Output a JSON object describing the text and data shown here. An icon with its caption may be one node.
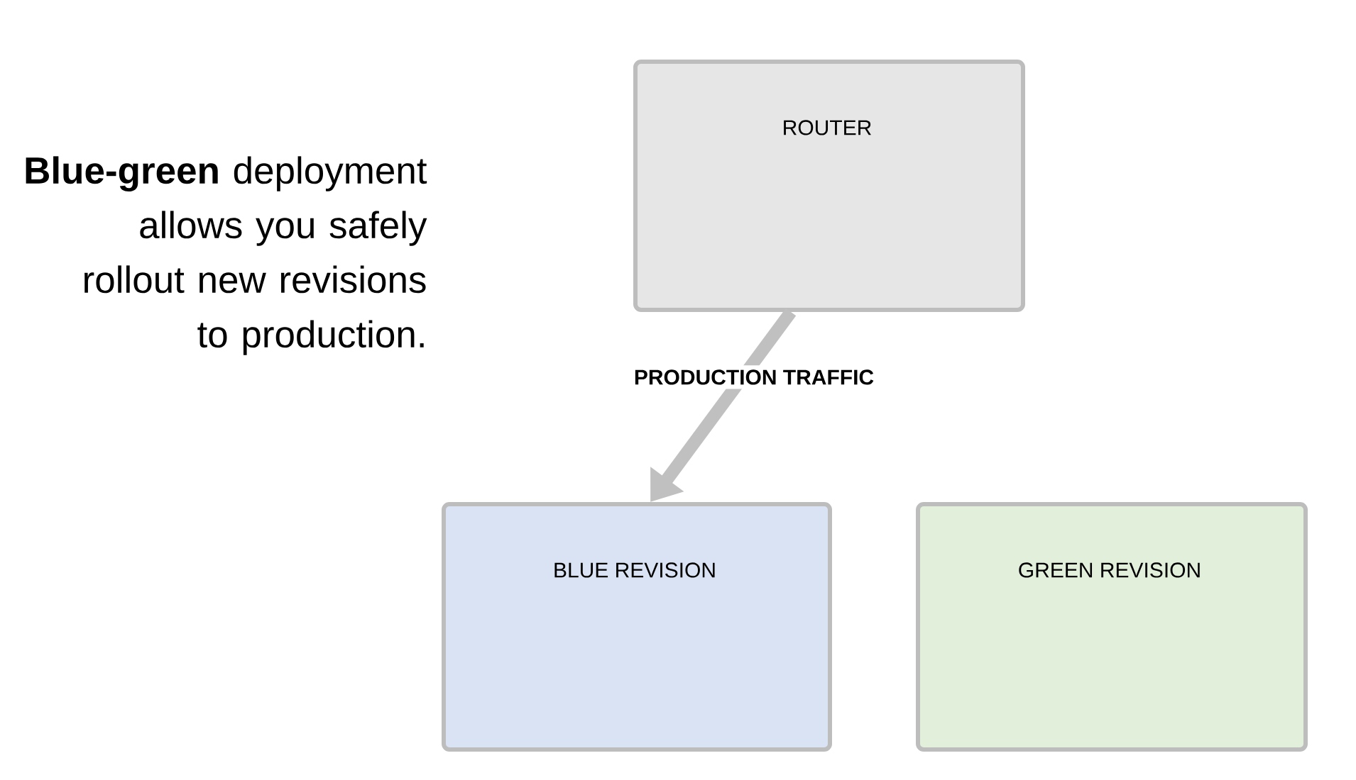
{
  "diagram": {
    "nodes": [
      {
        "text": [
          "ROUTER"
        ]
      },
      {
        "text": [
          "BLUE REVISION"
        ]
      },
      {
        "text": [
          "GREEN REVISION"
        ]
      }
    ],
    "edges": [
      {
        "from": 0,
        "to": 1,
        "arrow": "to",
        "label": "PRODUCTION TRAFFIC",
        "color": "#c0c0c0"
      }
    ],
    "labels": [
      "**Blue-green** deployment allows you safely rollout new revisions to production."
    ]
  }
}
